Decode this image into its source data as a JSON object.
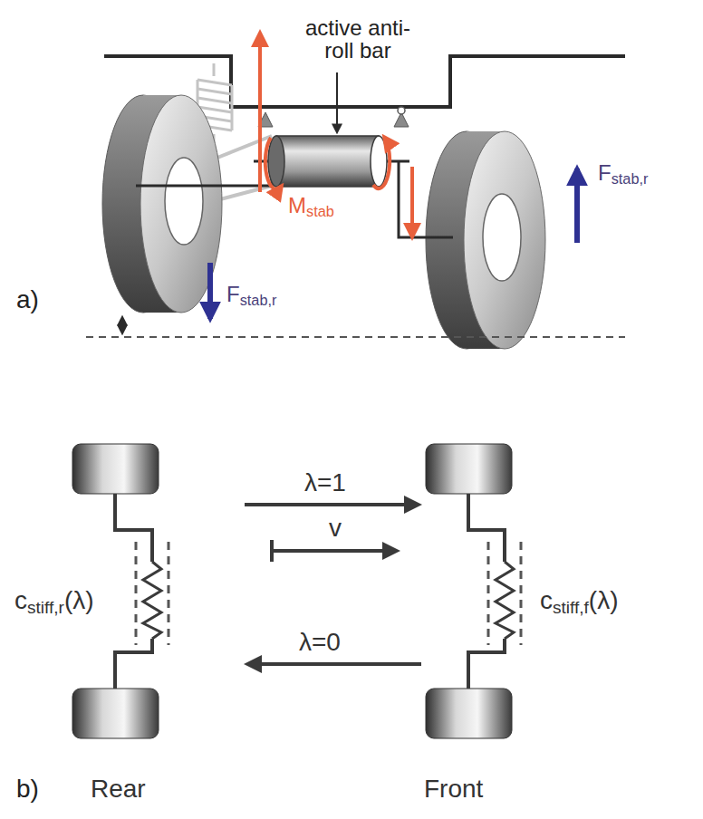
{
  "diagram": {
    "labels": [
      "active anti-roll bar",
      "Mstab",
      "Fstab,r",
      "a)",
      "Fstab,r",
      "cstiff,r(λ)",
      "λ=1",
      "v",
      "λ=0",
      "cstiff,f(λ)",
      "Rear",
      "Front",
      "b)"
    ]
  }
}
